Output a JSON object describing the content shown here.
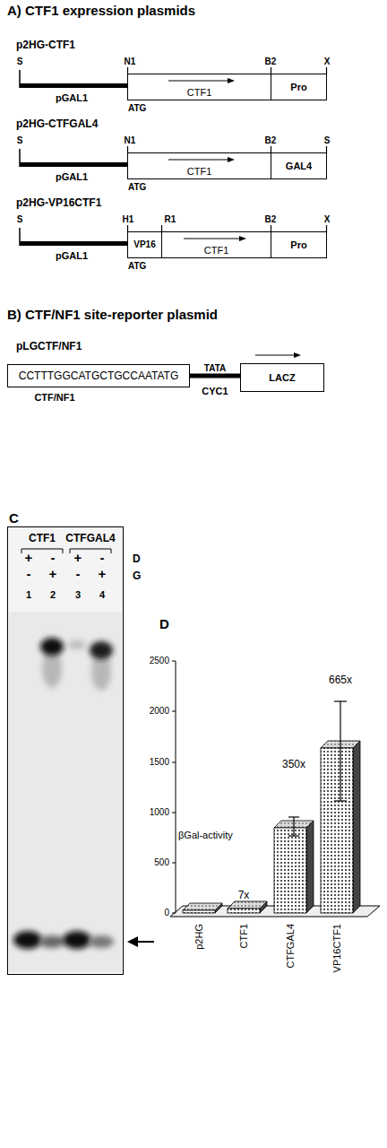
{
  "diagram": {
    "nodes": [
      {
        "text": [
          "CTF1"
        ]
      },
      {
        "text": [
          "Pro"
        ]
      },
      {
        "text": [
          "CTF1"
        ]
      },
      {
        "text": [
          "GAL4"
        ]
      },
      {
        "text": [
          "VP16"
        ]
      },
      {
        "text": [
          "CTF1"
        ]
      },
      {
        "text": [
          "Pro"
        ]
      },
      {
        "text": [
          "CCTTTGGCATGCTGCCAATATG",
          "CTF/NF1"
        ]
      },
      {
        "text": [
          "LACZ"
        ]
      },
      {
        "text": [
          "CTF1",
          "CTFGAL4",
          "+",
          "-",
          "+",
          "-",
          "-",
          "+",
          "-",
          "+",
          "1",
          "2",
          "3",
          "4"
        ]
      }
    ],
    "edges": [
      {
        "from": 7,
        "to": 8,
        "arrow": "none",
        "label": "CYC1"
      }
    ],
    "labels": [
      "A) CTF1 expression plasmids",
      "p2HG-CTF1",
      "S",
      "N1",
      "B2",
      "X",
      "pGAL1",
      "ATG",
      "p2HG-CTFGAL4",
      "S",
      "N1",
      "B2",
      "S",
      "pGAL1",
      "ATG",
      "p2HG-VP16CTF1",
      "S",
      "H1",
      "R1",
      "B2",
      "X",
      "pGAL1",
      "ATG",
      "B) CTF/NF1 site-reporter plasmid",
      "pLGCTF/NF1",
      "TATA",
      "C",
      "D",
      "G",
      "D",
      "βGal-activity",
      "0",
      "500",
      "1000",
      "1500",
      "2000",
      "2500",
      "7x",
      "350x",
      "665x",
      "p2HG",
      "CTF1",
      "CTFGAL4",
      "VP16CTF1"
    ]
  }
}
